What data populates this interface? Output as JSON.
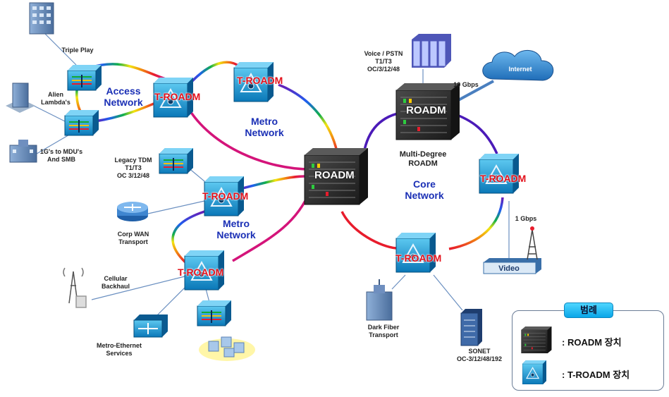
{
  "networks": {
    "access": "Access\nNetwork",
    "metro_top": "Metro\nNetwork",
    "metro_mid": "Metro\nNetwork",
    "core": "Core\nNetwork"
  },
  "devices": {
    "roadm_label": "ROADM",
    "troadm_label": "T-ROADM",
    "core_roadm_caption": "Multi-Degree\nROADM"
  },
  "labels": {
    "triple_play": "Triple Play",
    "alien_lambdas": "Alien\nLambda's",
    "mdu_smb": "1G's to MDU's\nAnd SMB",
    "legacy_tdm": "Legacy TDM\nT1/T3\nOC 3/12/48",
    "corp_wan": "Corp WAN\nTransport",
    "cellular": "Cellular\nBackhaul",
    "metro_ethernet": "Metro-Ethernet\nServices",
    "voice_pstn": "Voice / PSTN\nT1/T3\nOC/3/12/48",
    "ten_gbps": "10 Gbps",
    "internet": "Internet",
    "one_gbps": "1 Gbps",
    "video": "Video",
    "dark_fiber": "Dark Fiber\nTransport",
    "sonet": "SONET\nOC-3/12/48/192"
  },
  "legend": {
    "title": "범례",
    "roadm_entry": ":  ROADM 장치",
    "troadm_entry": ":  T-ROADM 장치"
  },
  "colors": {
    "ring_access": "#d4147a",
    "ring_core": "#4b1ab8",
    "troadm_face": "#1aa0d8",
    "label_red": "#e3101a",
    "network_blue": "#1a2fb5"
  }
}
